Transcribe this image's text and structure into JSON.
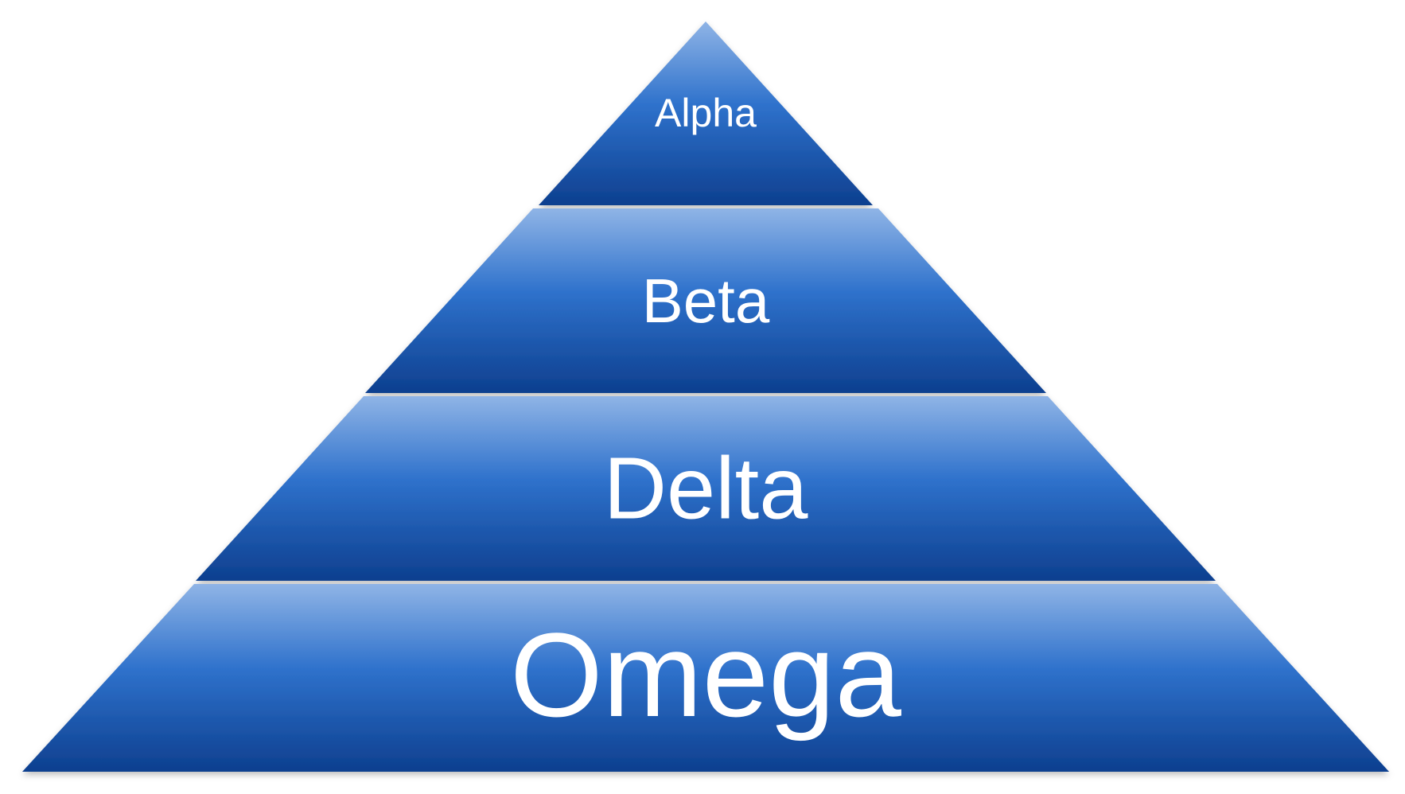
{
  "pyramid": {
    "tiers": [
      {
        "label": "Alpha"
      },
      {
        "label": "Beta"
      },
      {
        "label": "Delta"
      },
      {
        "label": "Omega"
      }
    ]
  },
  "colors": {
    "tier_top": "#8fb4e6",
    "tier_mid": "#2f72cc",
    "tier_bottom": "#0d3f8f",
    "separator": "#ffffff",
    "text": "#ffffff"
  }
}
